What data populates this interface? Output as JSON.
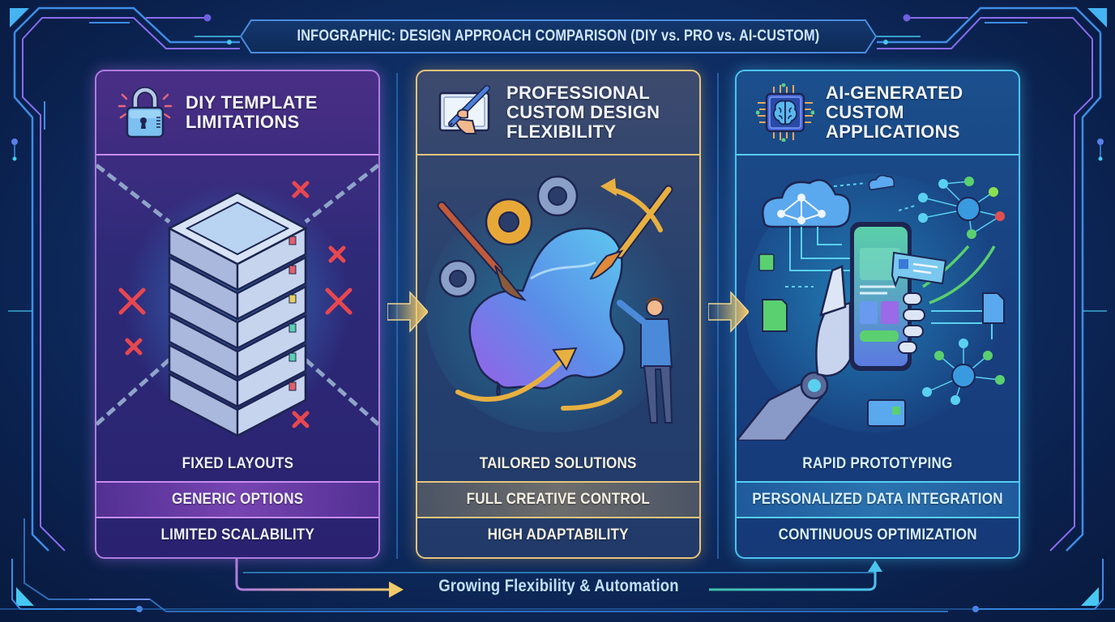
{
  "title": "INFOGRAPHIC: DESIGN APPROACH COMPARISON (DIY vs. PRO vs. AI-CUSTOM)",
  "colors": {
    "background": "#0f2f66",
    "diy_accent": "#b07be0",
    "pro_accent": "#e7c47a",
    "ai_accent": "#4cc3ee",
    "x_mark": "#e8474f"
  },
  "panels": [
    {
      "id": "diy",
      "icon": "padlock-icon",
      "title_lines": [
        "DIY TEMPLATE",
        "LIMITATIONS"
      ],
      "illustration": "chained-server-stack-with-red-x-marks",
      "features": [
        "FIXED LAYOUTS",
        "GENERIC OPTIONS",
        "LIMITED SCALABILITY"
      ]
    },
    {
      "id": "pro",
      "icon": "hand-drawing-on-tablet-icon",
      "title_lines": [
        "PROFESSIONAL",
        "CUSTOM DESIGN",
        "FLEXIBILITY"
      ],
      "illustration": "designer-shaping-fluid-blob-with-brushes-and-gears",
      "features": [
        "TAILORED SOLUTIONS",
        "FULL CREATIVE CONTROL",
        "HIGH ADAPTABILITY"
      ]
    },
    {
      "id": "ai",
      "icon": "ai-brain-chip-icon",
      "title_lines": [
        "AI-GENERATED",
        "CUSTOM",
        "APPLICATIONS"
      ],
      "illustration": "robot-hand-holding-phone-with-cloud-and-neural-networks",
      "features": [
        "RAPID PROTOTYPING",
        "PERSONALIZED DATA INTEGRATION",
        "CONTINUOUS OPTIMIZATION"
      ]
    }
  ],
  "connectors": [
    "arrow-right-icon",
    "arrow-right-icon"
  ],
  "flow": {
    "label": "Growing Flexibility & Automation"
  }
}
